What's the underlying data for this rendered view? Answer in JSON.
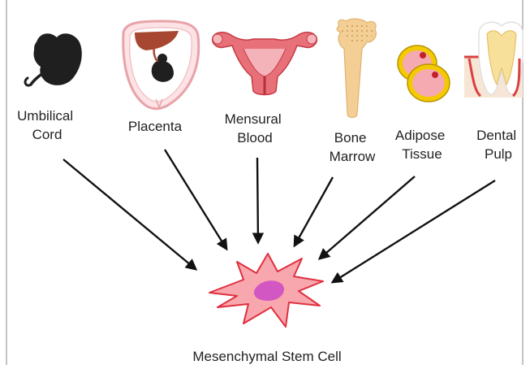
{
  "sources": [
    {
      "id": "umbilical-cord",
      "label_lines": [
        "Umbilical",
        "Cord"
      ],
      "icon": "fetus-icon"
    },
    {
      "id": "placenta",
      "label_lines": [
        "Placenta"
      ],
      "icon": "placenta-icon"
    },
    {
      "id": "mensural-blood",
      "label_lines": [
        "Mensural",
        "Blood"
      ],
      "icon": "uterus-icon"
    },
    {
      "id": "bone-marrow",
      "label_lines": [
        "Bone",
        "Marrow"
      ],
      "icon": "bone-icon"
    },
    {
      "id": "adipose-tissue",
      "label_lines": [
        "Adipose",
        "Tissue"
      ],
      "icon": "fat-cells-icon"
    },
    {
      "id": "dental-pulp",
      "label_lines": [
        "Dental",
        "Pulp"
      ],
      "icon": "tooth-icon"
    }
  ],
  "target": {
    "label": "Mesenchymal Stem Cell",
    "icon": "stem-cell-icon"
  },
  "colors": {
    "arrow": "#111111",
    "cell_fill": "#f7a7ad",
    "cell_outline": "#e0303f",
    "nucleus": "#d257c3",
    "fetus": "#1f1f1f",
    "uterus": "#e0505a",
    "bone": "#f4cf95",
    "fat_ring": "#f3c900",
    "fat_inner": "#f5aab2",
    "gum": "#d94040"
  }
}
